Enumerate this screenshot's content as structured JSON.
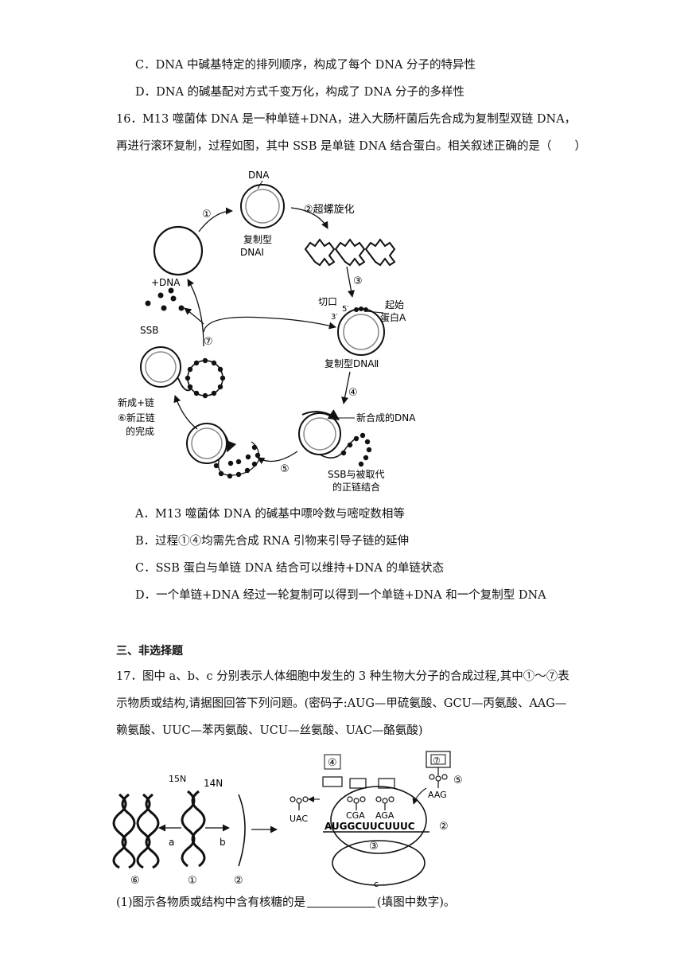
{
  "q15": {
    "option_c": "C．DNA 中碱基特定的排列顺序，构成了每个 DNA 分子的特异性",
    "option_d": "D．DNA 的碱基配对方式千变万化，构成了 DNA 分子的多样性"
  },
  "q16": {
    "stem_line1": "16．M13 噬菌体 DNA 是一种单链+DNA，进入大肠杆菌后先合成为复制型双链 DNA，",
    "stem_line2": "再进行滚环复制，过程如图，其中 SSB 是单链 DNA 结合蛋白。相关叙述正确的是（　　）",
    "figure": {
      "label_dna": "DNA",
      "step1": "①",
      "step2": "②超螺旋化",
      "replicative_1_a": "复制型",
      "replicative_1_b": "DNAⅠ",
      "plus_dna": "+DNA",
      "ssb": "SSB",
      "step3": "③",
      "nick": "切口",
      "five_prime": "5′",
      "three_prime": "3′",
      "initiator_a": "起始",
      "initiator_b": "蛋白A",
      "step7": "⑦",
      "replicative_2": "复制型DNAⅡ",
      "step4": "④",
      "new_plus_strand": "新成+链",
      "step6_a": "⑥新正链",
      "step6_b": "的完成",
      "new_dna": "新合成的DNA",
      "step5": "⑤",
      "ssb_bind_a": "SSB与被取代",
      "ssb_bind_b": "的正链结合"
    },
    "option_a": "A．M13 噬菌体 DNA 的碱基中嘌呤数与嘧啶数相等",
    "option_b": "B．过程①④均需先合成 RNA 引物来引导子链的延伸",
    "option_c": "C．SSB 蛋白与单链 DNA 结合可以维持+DNA 的单链状态",
    "option_d": "D．一个单链+DNA 经过一轮复制可以得到一个单链+DNA 和一个复制型 DNA"
  },
  "section3": {
    "title": "三、非选择题"
  },
  "q17": {
    "stem_line1": "17．图中 a、b、c 分别表示人体细胞中发生的 3 种生物大分子的合成过程,其中①～⑦表",
    "stem_line2": "示物质或结构,请据图回答下列问题。(密码子:AUG—甲硫氨酸、GCU—丙氨酸、AAG—",
    "stem_line3": "赖氨酸、UUC—苯丙氨酸、UCU—丝氨酸、UAC—酪氨酸)",
    "figure": {
      "n15": "15N",
      "n14": "14N",
      "label_a": "a",
      "label_b": "b",
      "label_c": "c",
      "num6": "⑥",
      "num1": "①",
      "num2": "②",
      "num2_right": "②",
      "num3": "③",
      "num4": "④",
      "num5": "⑤",
      "num7": "⑦",
      "uac": "UAC",
      "cga": "CGA",
      "aga": "AGA",
      "aag": "AAG",
      "mrna": "AUGGCUUCUUUC"
    },
    "sub1_prefix": "(1)图示各物质或结构中含有核糖的是",
    "sub1_suffix": "(填图中数字)。"
  }
}
